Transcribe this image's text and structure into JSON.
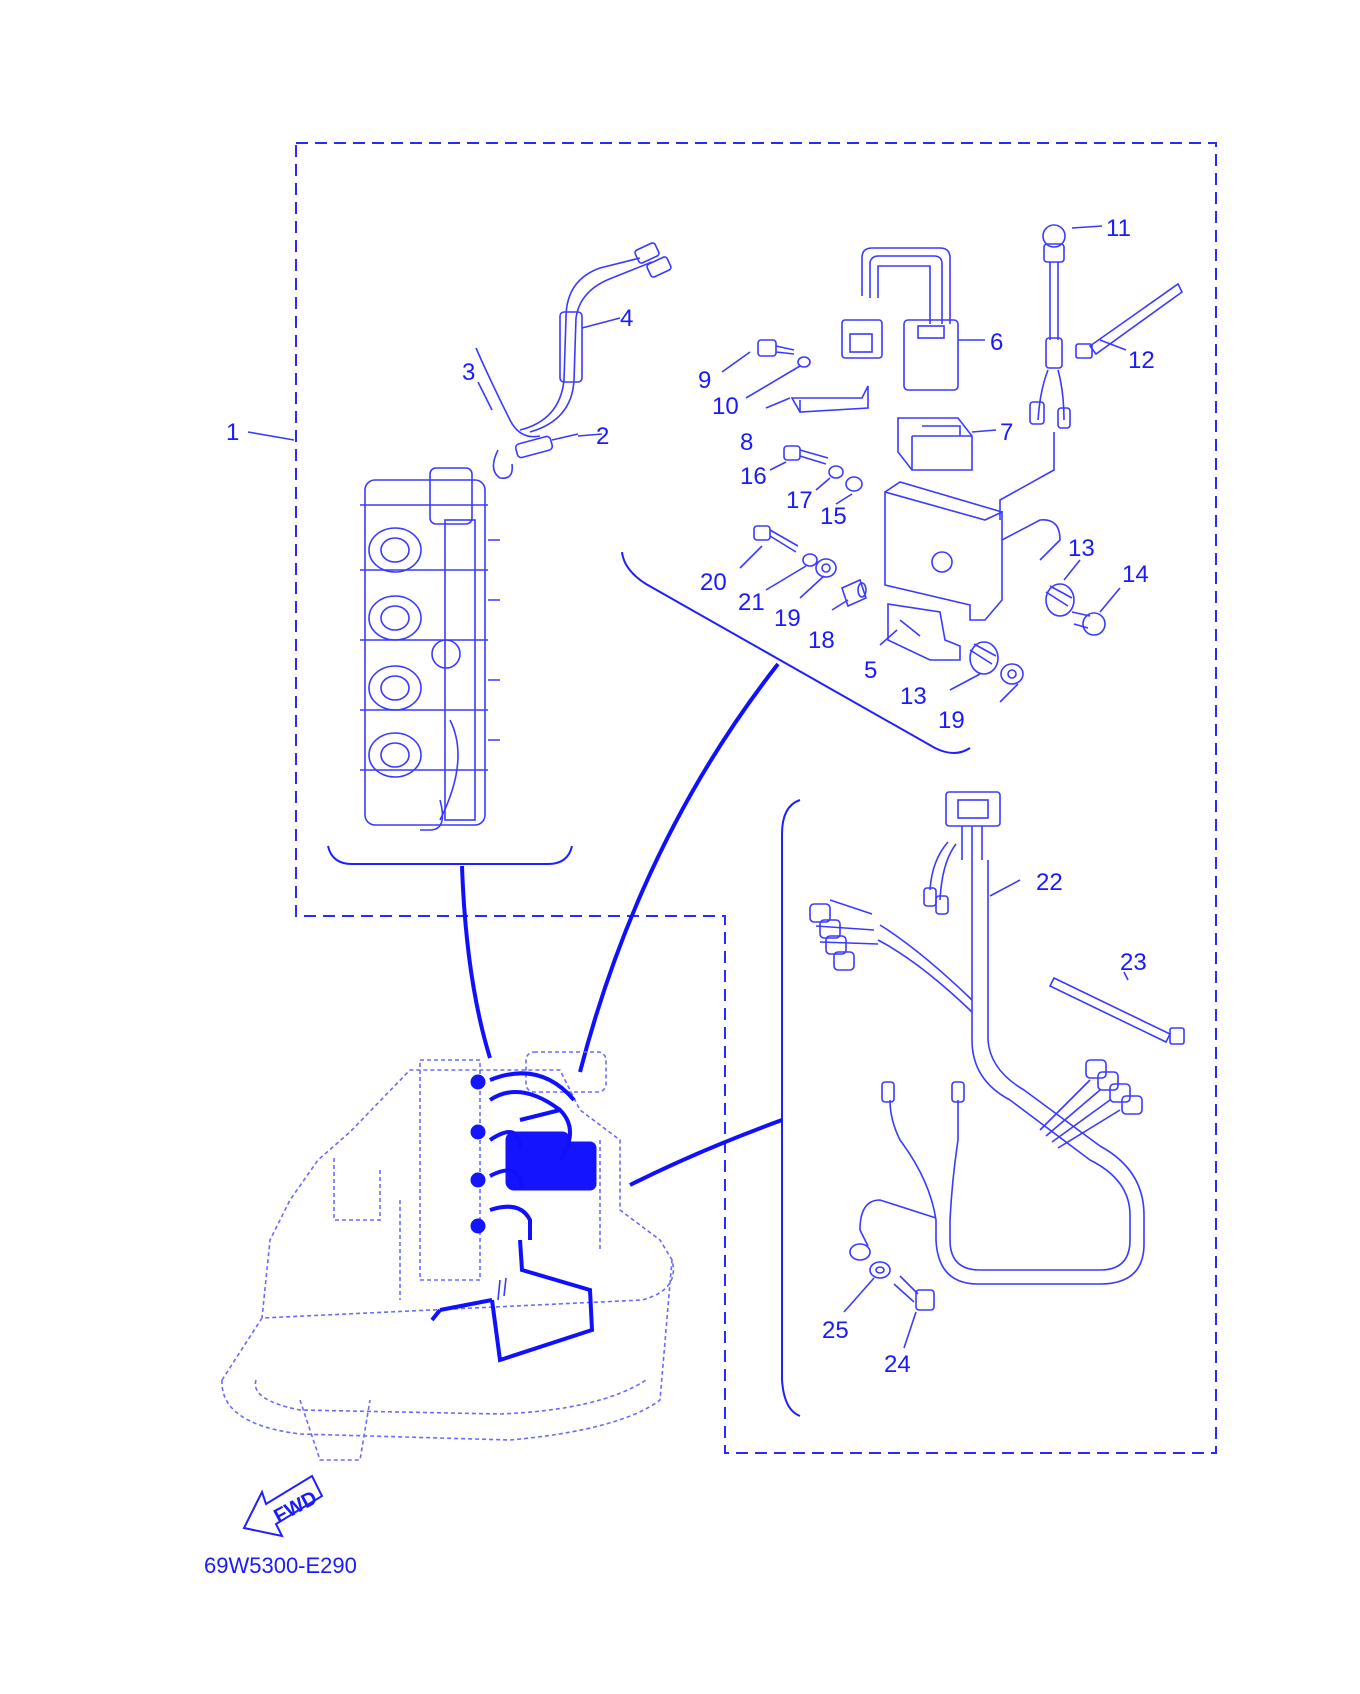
{
  "diagram_code": "69W5300-E290",
  "fwd_label": "FWD",
  "colors": {
    "ink": "#1a1aff",
    "background": "#ffffff"
  },
  "callouts": {
    "c1": "1",
    "c2": "2",
    "c3": "3",
    "c4": "4",
    "c5": "5",
    "c6": "6",
    "c7": "7",
    "c8": "8",
    "c9": "9",
    "c10": "10",
    "c11": "11",
    "c12": "12",
    "c13a": "13",
    "c13b": "13",
    "c14": "14",
    "c15": "15",
    "c16": "16",
    "c17": "17",
    "c18": "18",
    "c19a": "19",
    "c19b": "19",
    "c20": "20",
    "c21": "21",
    "c22": "22",
    "c23": "23",
    "c24": "24",
    "c25": "25"
  }
}
